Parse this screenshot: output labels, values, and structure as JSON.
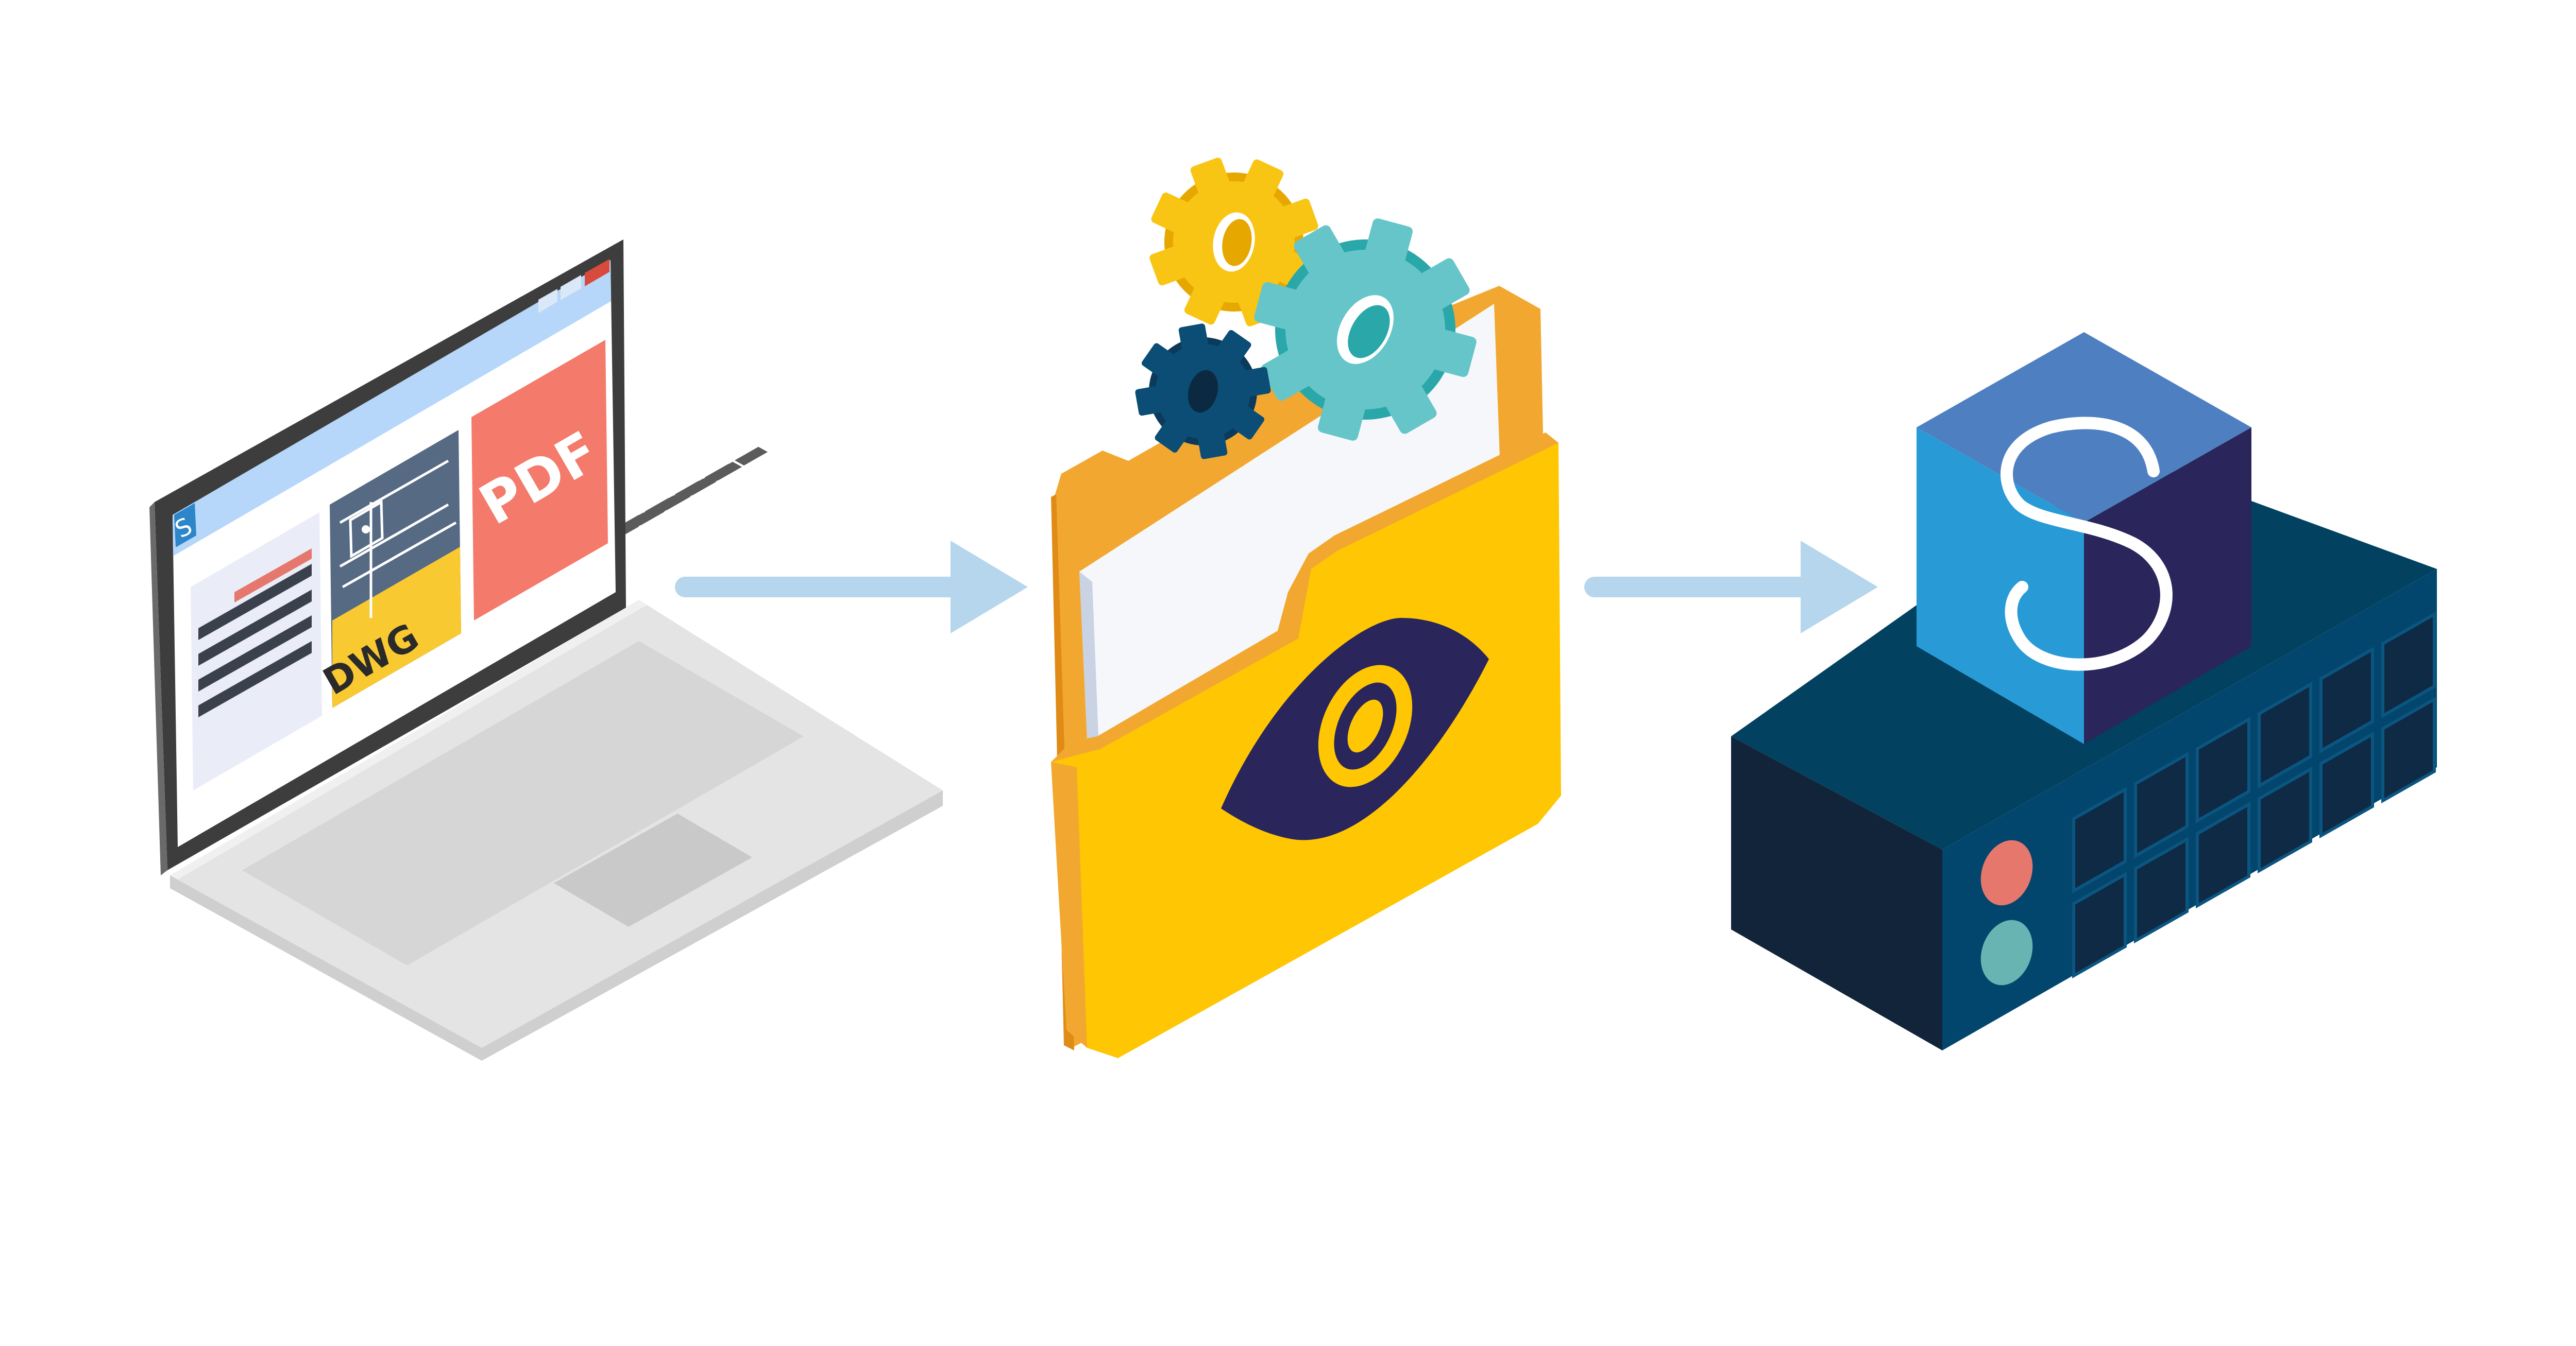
{
  "laptop": {
    "file_labels": {
      "pdf": "PDF",
      "dwg": "DWG"
    },
    "app_badge": "S"
  },
  "server": {
    "logo_letter": "S"
  },
  "colors": {
    "arrow": "#b5d6ec",
    "laptop_body": "#e4e4e4",
    "screen_frame": "#3d3d3d",
    "title_bar": "#b6d7f9",
    "pdf_tile": "#f47a6b",
    "dwg_tile": "#566a84",
    "dwg_band": "#f8c931",
    "folder_front": "#fec603",
    "folder_back": "#f2a830",
    "eye": "#2a255a",
    "gear_yellow": "#f9c515",
    "gear_teal": "#66c5c8",
    "gear_navy": "#0b4d75",
    "cube_left": "#289bd6",
    "cube_right": "#2a255a",
    "cube_top": "#4e7fc0",
    "server_top": "#024160",
    "server_front": "#03466d",
    "server_side": "#11243a",
    "led_red": "#e5776c",
    "led_teal": "#68b4b3"
  }
}
